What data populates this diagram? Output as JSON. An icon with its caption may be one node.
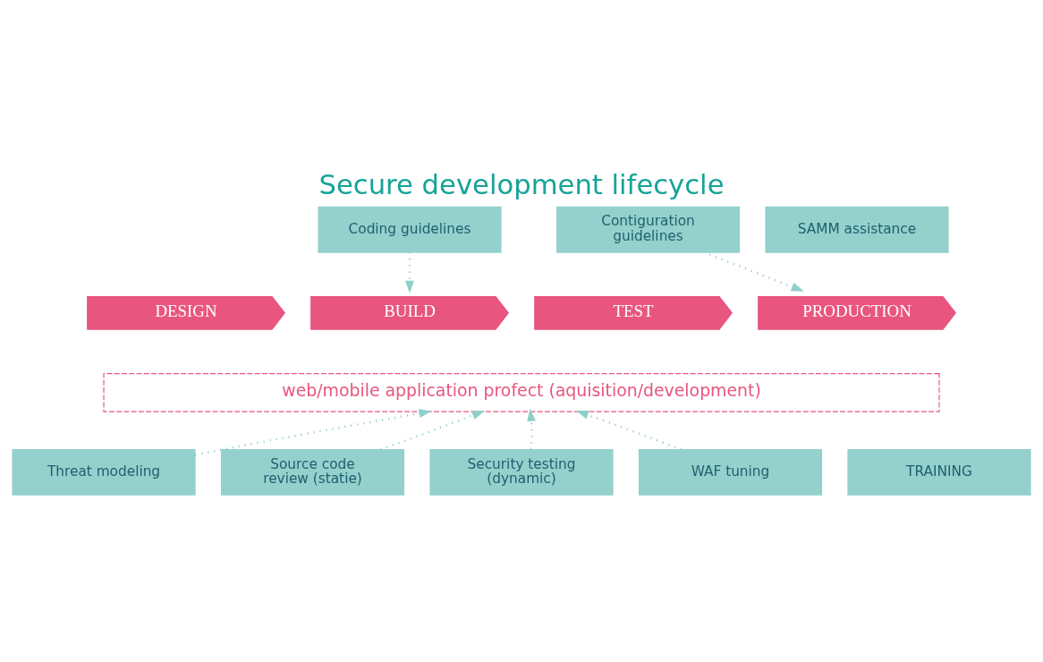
{
  "diagram": {
    "title": "Secure development lifecycle",
    "nodes": [
      {
        "text": [
          "DESIGN"
        ]
      },
      {
        "text": [
          "BUILD"
        ]
      },
      {
        "text": [
          "TEST"
        ]
      },
      {
        "text": [
          "PRODUCTION"
        ]
      },
      {
        "text": [
          "web/mobile application profect (aquisition/development)"
        ]
      },
      {
        "text": [
          "Coding guidelines"
        ]
      },
      {
        "text": [
          "Contiguration guidelines"
        ]
      },
      {
        "text": [
          "SAMM assistance"
        ]
      },
      {
        "text": [
          "TRAINING"
        ]
      },
      {
        "text": [
          "Threat modeling"
        ]
      },
      {
        "text": [
          "Source code review (statie)"
        ]
      },
      {
        "text": [
          "Security testing (dynamic)"
        ]
      },
      {
        "text": [
          "WAF tuning"
        ]
      }
    ],
    "edges": [
      {
        "from": 5,
        "to": 1,
        "arrow": "to",
        "style": "dashed"
      },
      {
        "from": 6,
        "to": 3,
        "arrow": "to",
        "style": "dashed"
      },
      {
        "from": 9,
        "to": 4,
        "arrow": "to",
        "style": "dashed"
      },
      {
        "from": 10,
        "to": 4,
        "arrow": "to",
        "style": "dashed"
      },
      {
        "from": 11,
        "to": 4,
        "arrow": "to",
        "style": "dashed"
      },
      {
        "from": 12,
        "to": 4,
        "arrow": "to",
        "style": "dashed"
      }
    ]
  }
}
